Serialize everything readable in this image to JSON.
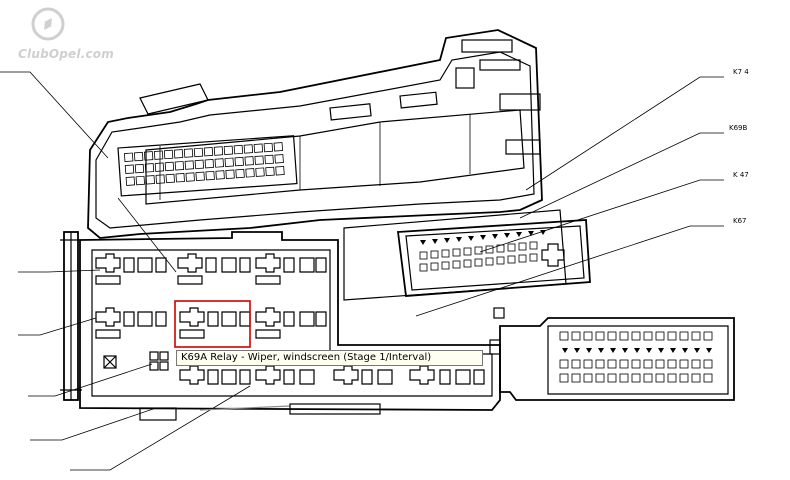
{
  "logo": {
    "text": "ClubOpel.com",
    "icon": "opel-logo-icon",
    "color": "#cfcfcf"
  },
  "callouts": [
    {
      "id": "k74",
      "label": "K7 4"
    },
    {
      "id": "k69b",
      "label": "K69B"
    },
    {
      "id": "k47",
      "label": "K 47"
    },
    {
      "id": "k67",
      "label": "K67"
    }
  ],
  "tooltip": {
    "text": "K69A Relay - Wiper, windscreen (Stage 1/Interval)"
  },
  "highlight": {
    "relay": "K69A",
    "color": "#cc0000"
  }
}
